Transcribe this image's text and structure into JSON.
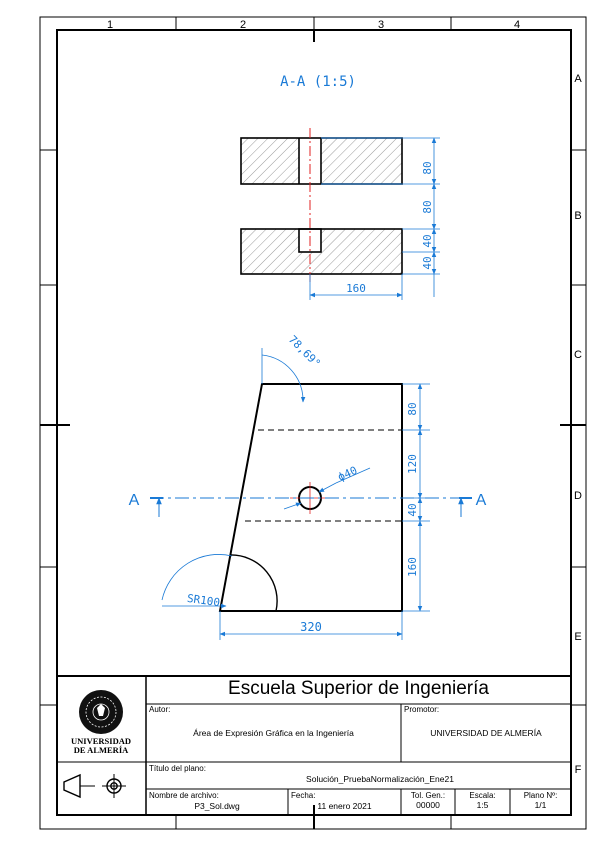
{
  "frame": {
    "columns": [
      "1",
      "2",
      "3",
      "4"
    ],
    "rows": [
      "A",
      "B",
      "C",
      "D",
      "E",
      "F"
    ]
  },
  "drawing": {
    "section_title": "A-A (1:5)",
    "section_mark": "A",
    "dimensions": {
      "sec_top_height": "80",
      "sec_gap": "80",
      "sec_bottom_upper": "40",
      "sec_bottom_lower": "40",
      "sec_width": "160",
      "angle": "78,69°",
      "diameter": "ϕ40",
      "front_80": "80",
      "front_120": "120",
      "front_40": "40",
      "front_160": "160",
      "radius": "SR100",
      "base_width": "320"
    },
    "colors": {
      "line": "#000000",
      "dimension": "#1a7ad6",
      "centerline": "#e02020"
    }
  },
  "title_block": {
    "school": "Escuela Superior de Ingeniería",
    "logo_line1": "UNIVERSIDAD",
    "logo_line2": "DE ALMERÍA",
    "author_label": "Autor:",
    "author_value": "Área de Expresión Gráfica en la Ingeniería",
    "promoter_label": "Promotor:",
    "promoter_value": "UNIVERSIDAD DE ALMERÍA",
    "plan_title_label": "Título del plano:",
    "plan_title_value": "Solución_PruebaNormalización_Ene21",
    "filename_label": "Nombre de archivo:",
    "filename_value": "P3_Sol.dwg",
    "date_label": "Fecha:",
    "date_value": "11 enero 2021",
    "tol_label": "Tol. Gen.:",
    "tol_value": "00000",
    "scale_label": "Escala:",
    "scale_value": "1:5",
    "sheet_label": "Plano Nº:",
    "sheet_value": "1/1"
  }
}
